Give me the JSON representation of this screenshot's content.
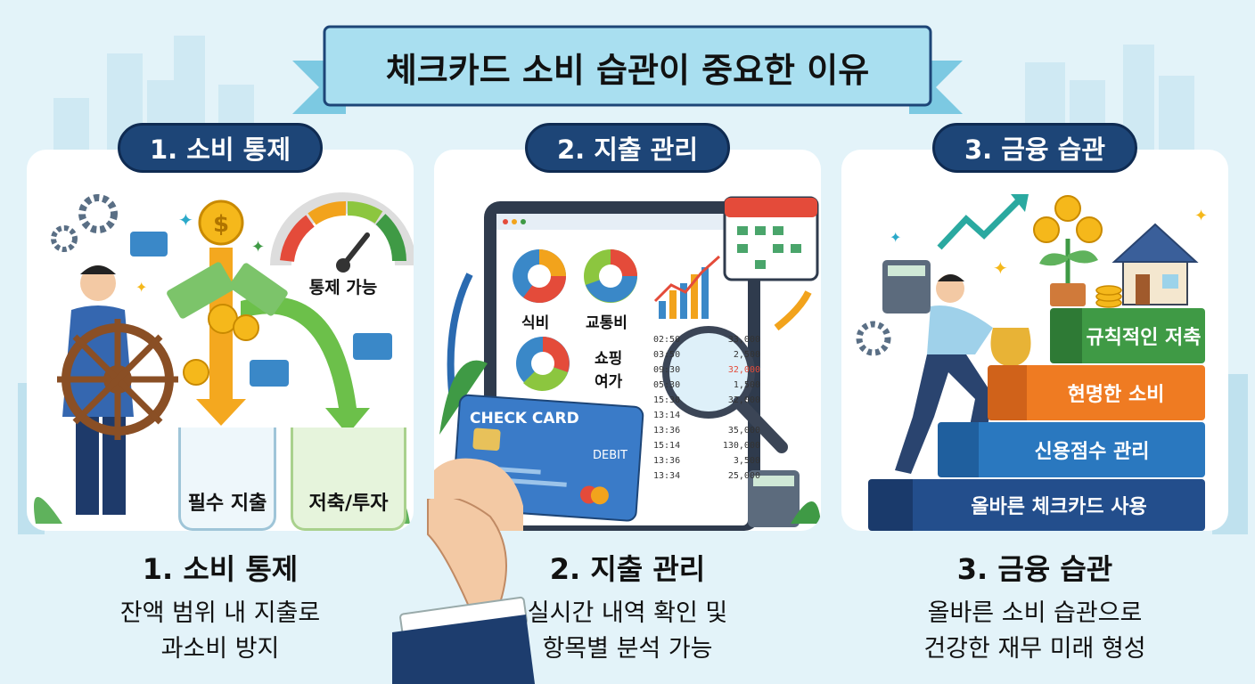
{
  "title": "체크카드 소비 습관이 중요한 이유",
  "panels": [
    {
      "pill": "1. 소비 통제",
      "gauge_label": "통제 가능",
      "bin_left": "필수 지출",
      "bin_right": "저축/투자",
      "caption_title": "1. 소비 통제",
      "caption_line1": "잔액 범위 내 지출로",
      "caption_line2": "과소비 방지"
    },
    {
      "pill": "2. 지출 관리",
      "pie_labels": [
        "식비",
        "교통비",
        "쇼핑",
        "여가"
      ],
      "card_name": "CHECK CARD",
      "card_type": "DEBIT",
      "list_rows": [
        {
          "time": "02:50",
          "amount": "33,000"
        },
        {
          "time": "03:50",
          "amount": "2,500"
        },
        {
          "time": "09:30",
          "amount": "32,000"
        },
        {
          "time": "05:30",
          "amount": "1,500"
        },
        {
          "time": "15:30",
          "amount": "32,000"
        },
        {
          "time": "13:14",
          "amount": ""
        },
        {
          "time": "13:36",
          "amount": "35,000"
        },
        {
          "time": "15:14",
          "amount": "130,000"
        },
        {
          "time": "13:36",
          "amount": "3,500"
        },
        {
          "time": "13:34",
          "amount": "25,000"
        }
      ],
      "caption_title": "2. 지출 관리",
      "caption_line1": "실시간 내역 확인 및",
      "caption_line2": "항목별 분석 가능"
    },
    {
      "pill": "3. 금융 습관",
      "stairs": [
        "규칙적인 저축",
        "현명한 소비",
        "신용점수 관리",
        "올바른 체크카드 사용"
      ],
      "caption_title": "3. 금융 습관",
      "caption_line1": "올바른 소비 습관으로",
      "caption_line2": "건강한 재무 미래 형성"
    }
  ],
  "colors": {
    "navy": "#1d4577",
    "banner": "#a9dff0",
    "green_stair": "#3f9a45",
    "orange_stair": "#ef7b22",
    "blue_stair": "#2a78bf",
    "navy_stair": "#234e8c"
  }
}
